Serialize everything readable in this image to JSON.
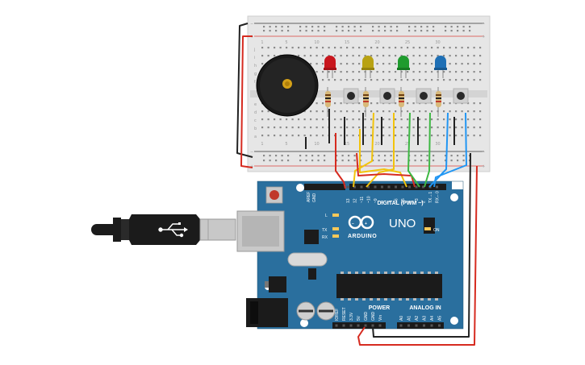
{
  "arduino": {
    "model_label": "UNO",
    "brand_label": "ARDUINO",
    "digital_header_label": "DIGITAL (PWM ~)",
    "power_label": "POWER",
    "analog_label": "ANALOG IN",
    "on_label": "ON",
    "tx_label": "TX",
    "rx_label": "RX",
    "l_label": "L",
    "aref_label": "AREF",
    "gnd_label": "GND",
    "digital_pins": [
      "13",
      "12",
      "~11",
      "~10",
      "~9",
      "8",
      "7",
      "~6",
      "~5",
      "4",
      "~3",
      "2",
      "TX→1",
      "RX←0"
    ],
    "power_pins": [
      "IOREF",
      "RESET",
      "3.3V",
      "5V",
      "GND",
      "GND",
      "Vin"
    ],
    "analog_pins": [
      "A0",
      "A1",
      "A2",
      "A3",
      "A4",
      "A5"
    ]
  },
  "breadboard": {
    "row_letters_top": [
      "j",
      "i",
      "h",
      "g",
      "f"
    ],
    "row_letters_bottom": [
      "e",
      "d",
      "c",
      "b",
      "a"
    ],
    "column_numbers": [
      "1",
      "5",
      "10",
      "15",
      "20",
      "25",
      "30"
    ]
  },
  "components": {
    "leds": [
      {
        "name": "red-led",
        "color": "#c8161d"
      },
      {
        "name": "yellow-led",
        "color": "#b8a213"
      },
      {
        "name": "green-led",
        "color": "#1f9b2e"
      },
      {
        "name": "blue-led",
        "color": "#1e6fb5"
      }
    ],
    "wire_colors": {
      "red": "#d62b20",
      "black": "#222222",
      "yellow": "#f2c40c",
      "green": "#3db843",
      "blue": "#2196f3"
    }
  },
  "colors": {
    "arduino_board": "#2a6f9e",
    "breadboard": "#e8e8e8",
    "rail_red": "#d9403a",
    "rail_black": "#333333"
  }
}
